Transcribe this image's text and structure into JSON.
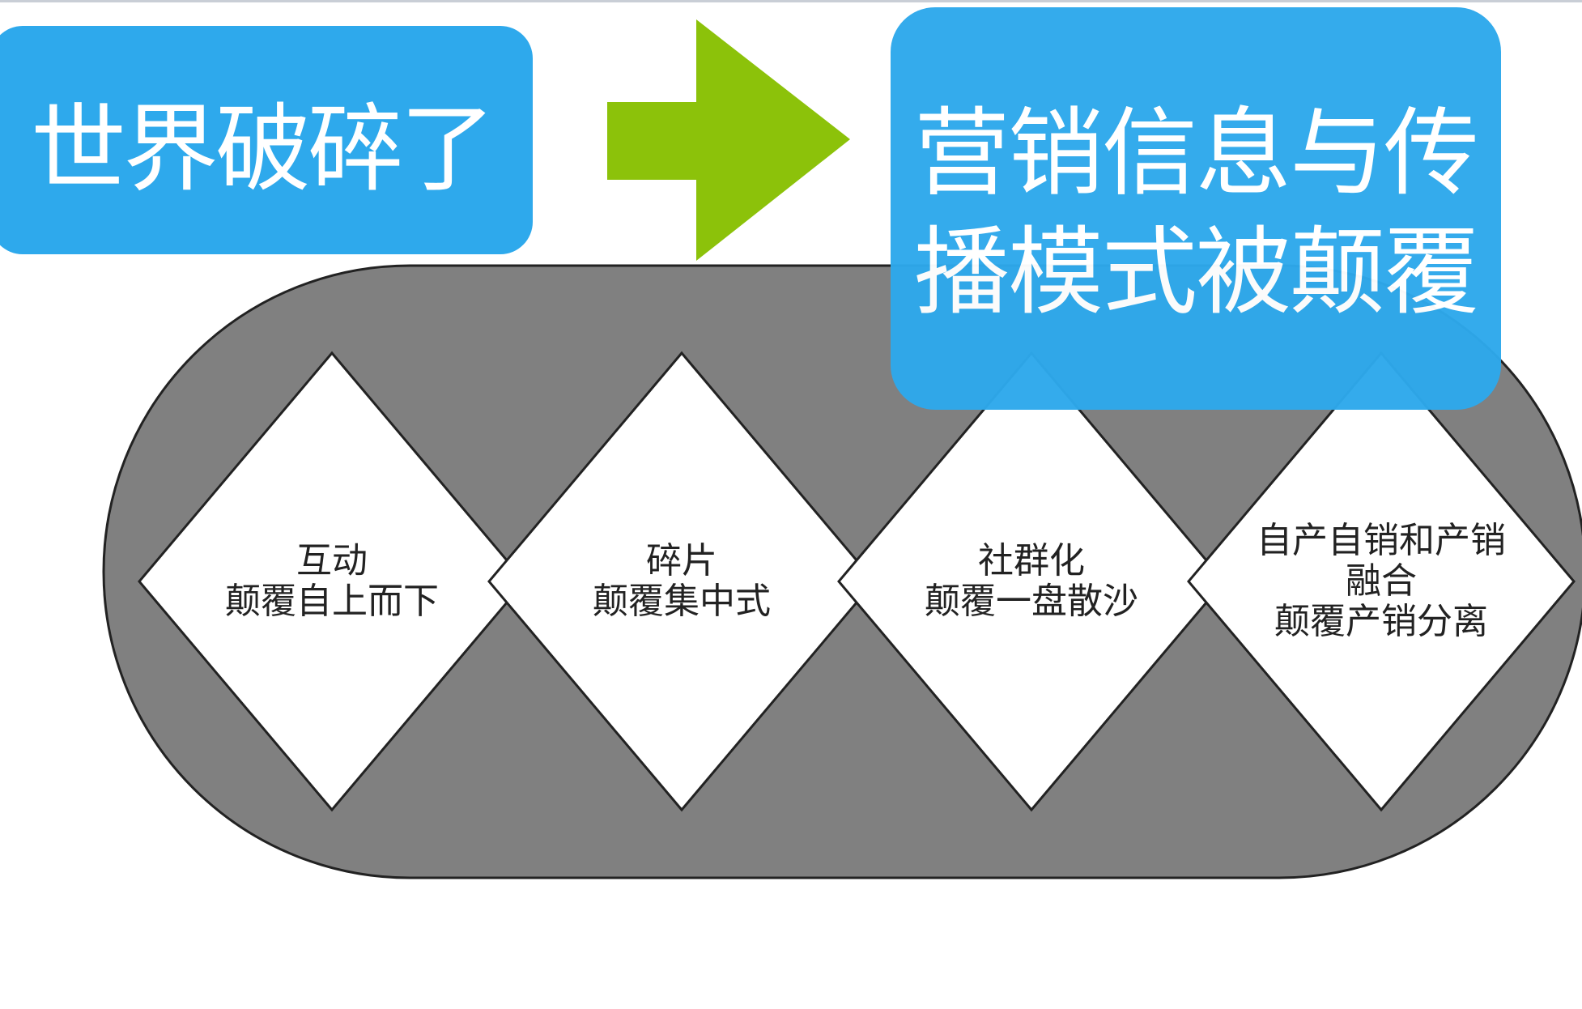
{
  "colors": {
    "box_blue": "#2ea9ec",
    "arrow_green": "#8cc20a",
    "stadium_gray": "#808080",
    "diamond_fill": "#ffffff",
    "outline": "#222222"
  },
  "left_box": {
    "text": "世界破碎了"
  },
  "right_box": {
    "line1": "营销信息与传",
    "line2": "播模式被颠覆"
  },
  "arrow": {
    "icon": "right-arrow-icon"
  },
  "diamonds": [
    {
      "lines": [
        "互动",
        "颠覆自上而下"
      ]
    },
    {
      "lines": [
        "碎片",
        "颠覆集中式"
      ]
    },
    {
      "lines": [
        "社群化",
        "颠覆一盘散沙"
      ]
    },
    {
      "lines": [
        "自产自销和产销",
        "融合",
        "颠覆产销分离"
      ]
    }
  ]
}
